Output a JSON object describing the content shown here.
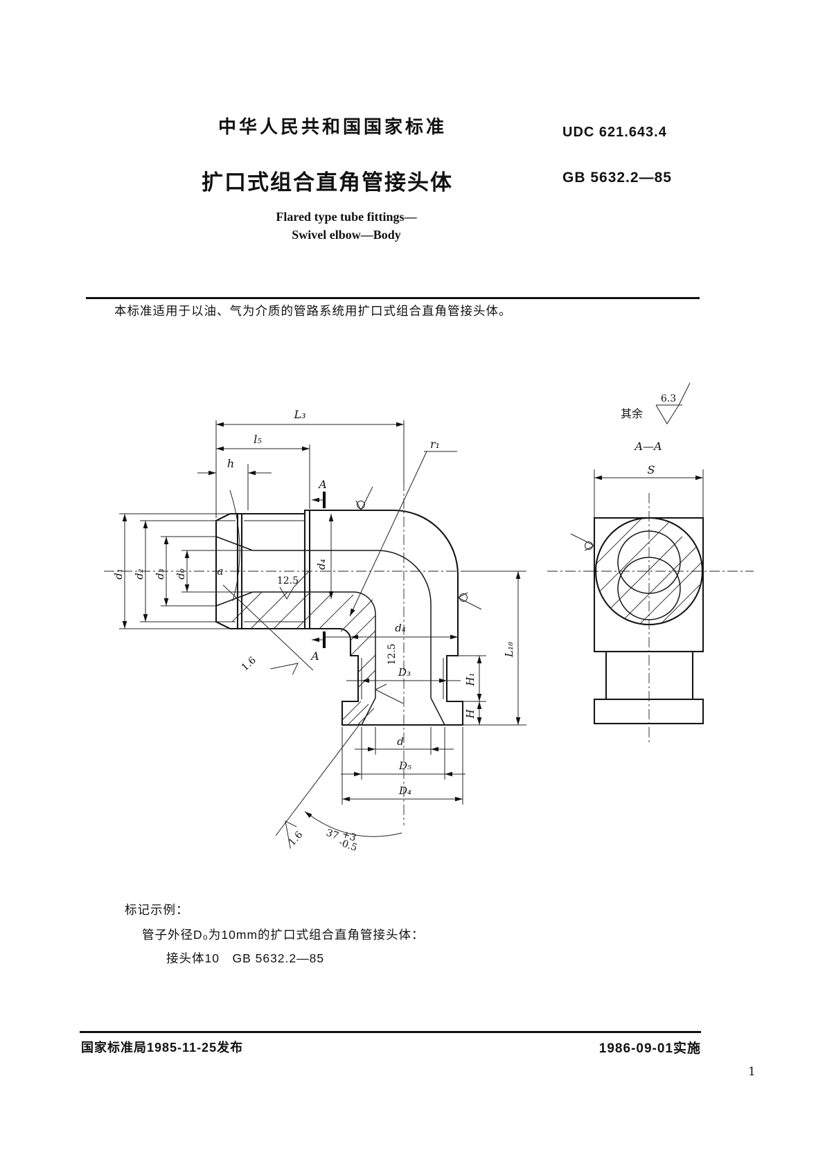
{
  "header": {
    "org_title": "中华人民共和国国家标准",
    "udc": "UDC 621.643.4",
    "title": "扩口式组合直角管接头体",
    "code": "GB 5632.2—85",
    "subtitle_en_line1": "Flared type tube fittings—",
    "subtitle_en_line2": "Swivel elbow—Body"
  },
  "scope": "本标准适用于以油、气为介质的管路系统用扩口式组合直角管接头体。",
  "drawing": {
    "surface_note": {
      "prefix": "其余",
      "value": "6.3"
    },
    "section_title": "A—A",
    "marks": {
      "section_top": "A",
      "section_bottom": "A"
    },
    "dims": {
      "L3": "L₃",
      "l5": "l₅",
      "h": "h",
      "d1": "d₁",
      "d2": "d₂",
      "d3": "d₃",
      "d0": "d₀",
      "alpha": "a",
      "d4_arm": "d₄",
      "d4_leg": "d₄",
      "r1": "r₁",
      "L18": "L₁₈",
      "H1": "H₁",
      "H": "H",
      "D3": "D₃",
      "d": "d",
      "D5": "D₅",
      "D4": "D₄",
      "S": "S"
    },
    "roughness": {
      "bore_arm": "12.5",
      "bore_leg": "12.5",
      "cone_arm": "1.6",
      "cone_leg": "1.6"
    },
    "angle": {
      "value": "37",
      "tol_plus": "+3",
      "tol_minus": "-0.5"
    }
  },
  "example": {
    "heading": "标记示例：",
    "line1": "管子外径D₀为10mm的扩口式组合直角管接头体：",
    "line2": "接头体10　GB 5632.2—85"
  },
  "footer": {
    "issued": "国家标准局1985-11-25发布",
    "implemented": "1986-09-01实施",
    "page_number": "1"
  }
}
